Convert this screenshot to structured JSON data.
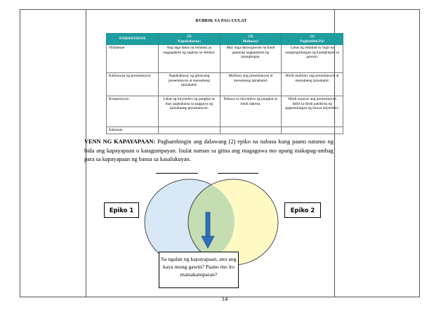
{
  "rubric": {
    "title": "RUBRIK SA PAG-UULAT",
    "headers": [
      {
        "label": "PAMANTAYAN",
        "sub": ""
      },
      {
        "label": "(5)",
        "sub": "Napakahusay!"
      },
      {
        "label": "(3)",
        "sub": "Mahusay!"
      },
      {
        "label": "(1)",
        "sub": "Pagbutihin Pa!"
      }
    ],
    "rows": [
      {
        "criterion": "Nilalaman",
        "c5": "Ang mga datos na inilahad ay nagpapakita ng angkop na detalye.",
        "c3": "May mga datos/gawain na hindi gaanong nagpapakita ng kaangkupan.",
        "c1": "Lahat ng inilahad ay higit na nangangailangan ng kaangkupan sa gawain."
      },
      {
        "criterion": "Kalinawan ng presentasyon",
        "c5": "Napakahusay ng ginawang presentasyon at mensaheng ipinabatid.",
        "c3": "Malinaw ang presentasyon at mensaheng ipinabatid.",
        "c1": "Hindi malinaw ang presentasyon at mensaheng ipinabatid."
      },
      {
        "criterion": "Kooperasyon",
        "c5": "Lahat ng miyembro ng pangkat ay may pagkakaisa sa paggawa ng ipinakitang presentasyon.",
        "c3": "Dalawa sa miyembro ng pangkat ay hindi nakiisa.",
        "c1": "Hindi maayos ang presentasyon dahil sa hindi pakikiisa ng pagtutulungan ng bawat miyembro."
      },
      {
        "criterion": "Kabuoan",
        "c5": "",
        "c3": "",
        "c1": ""
      }
    ]
  },
  "venn": {
    "heading": "VENN NG KAPAYAPAAN:",
    "instruction": "Paghambingin ang dalawang (2) epiko na nabasa kung paano natamo ng bida ang kapayapaan o katagumpayan. Isulat naman sa gitna ang magagawa mo upang makapag-ambag para sa kapayapaan ng bansa sa kasalukuyan.",
    "epiko_left": "Epiko 1",
    "epiko_right": "Epiko 2",
    "question": "Sa ngalan ng kapayapaan, ano ang kaya mong gawin? Paano mo ito maisakatuparan?",
    "colors": {
      "left": "#d9e8f6",
      "right": "#fff9c4",
      "overlap": "#c5ddb3",
      "arrow": "#2f6fba"
    }
  },
  "page_number": "14"
}
